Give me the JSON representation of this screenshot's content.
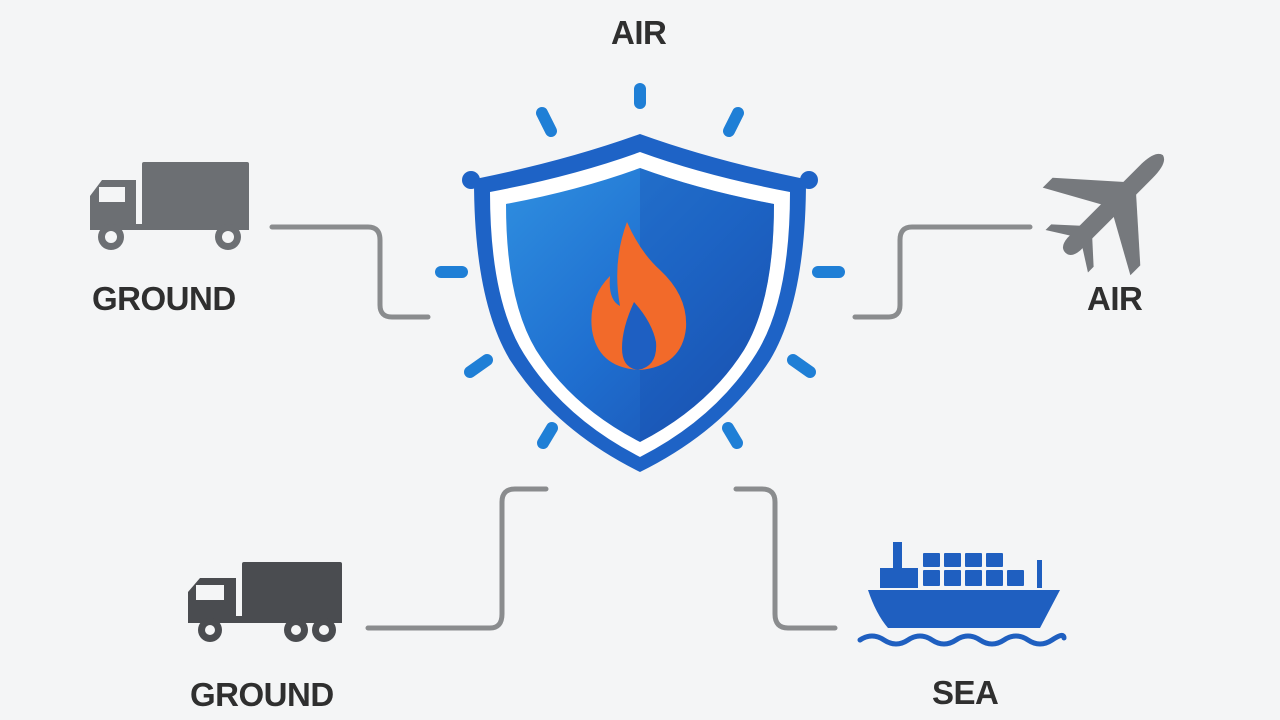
{
  "labels": {
    "top": "AIR",
    "ground_upper": "GROUND",
    "air_right": "AIR",
    "ground_lower": "GROUND",
    "sea": "SEA"
  },
  "icons": {
    "center": "shield-flame-icon",
    "ground_upper": "truck-icon",
    "air_right": "airplane-icon",
    "ground_lower": "truck-icon",
    "sea": "cargo-ship-icon"
  },
  "colors": {
    "background": "#f4f5f6",
    "shield_blue": "#1e63c6",
    "shield_light_blue": "#2f88da",
    "flame_orange": "#f26a2a",
    "ray_blue": "#1f7fd6",
    "truck_gray_light": "#6c6f73",
    "truck_gray_dark": "#4a4c50",
    "plane_gray": "#76797d",
    "ship_blue": "#1f5fc0",
    "connector_gray": "#8a8c8e",
    "label_text": "#2f2f2f"
  }
}
